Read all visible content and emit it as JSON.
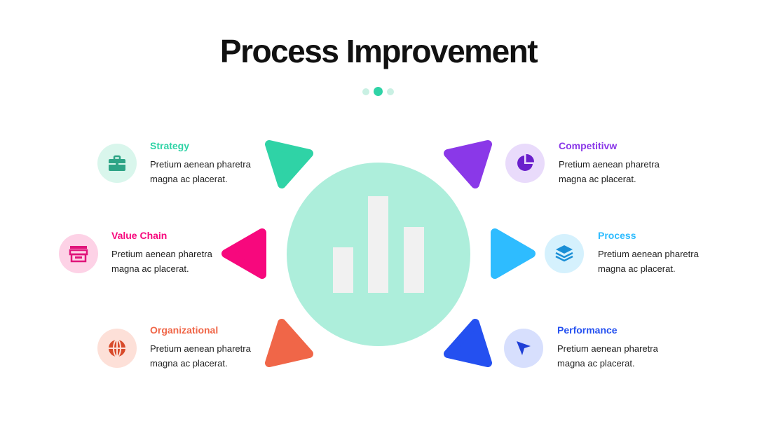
{
  "slide": {
    "title": "Process Improvement"
  },
  "center": {
    "icon": "bar-chart-icon",
    "circle_color": "#adeedb",
    "bar_color": "#f1f1f1"
  },
  "items": [
    {
      "key": "strategy",
      "title": "Strategy",
      "desc_line1": "Pretium aenean pharetra",
      "desc_line2": "magna ac placerat.",
      "icon": "briefcase-icon",
      "color": "#2fd3a6",
      "icon_bg": "#d9f6ec"
    },
    {
      "key": "value-chain",
      "title": "Value Chain",
      "desc_line1": "Pretium aenean pharetra",
      "desc_line2": "magna ac placerat.",
      "icon": "store-icon",
      "color": "#f7087d",
      "icon_bg": "#fdd2e6"
    },
    {
      "key": "organizational",
      "title": "Organizational",
      "desc_line1": "Pretium aenean pharetra",
      "desc_line2": "magna ac placerat.",
      "icon": "globe-icon",
      "color": "#f06648",
      "icon_bg": "#fde0d8"
    },
    {
      "key": "competitive",
      "title": "Competitivw",
      "desc_line1": "Pretium aenean pharetra",
      "desc_line2": "magna ac placerat.",
      "icon": "pie-chart-icon",
      "color": "#8a38e8",
      "icon_bg": "#e9dbfb"
    },
    {
      "key": "process",
      "title": "Process",
      "desc_line1": "Pretium aenean pharetra",
      "desc_line2": "magna ac placerat.",
      "icon": "layers-icon",
      "color": "#2ebcff",
      "icon_bg": "#d5f1fd"
    },
    {
      "key": "performance",
      "title": "Performance",
      "desc_line1": "Pretium aenean pharetra",
      "desc_line2": "magna ac placerat.",
      "icon": "cursor-arrow-icon",
      "color": "#2450f0",
      "icon_bg": "#d7dffd"
    }
  ]
}
